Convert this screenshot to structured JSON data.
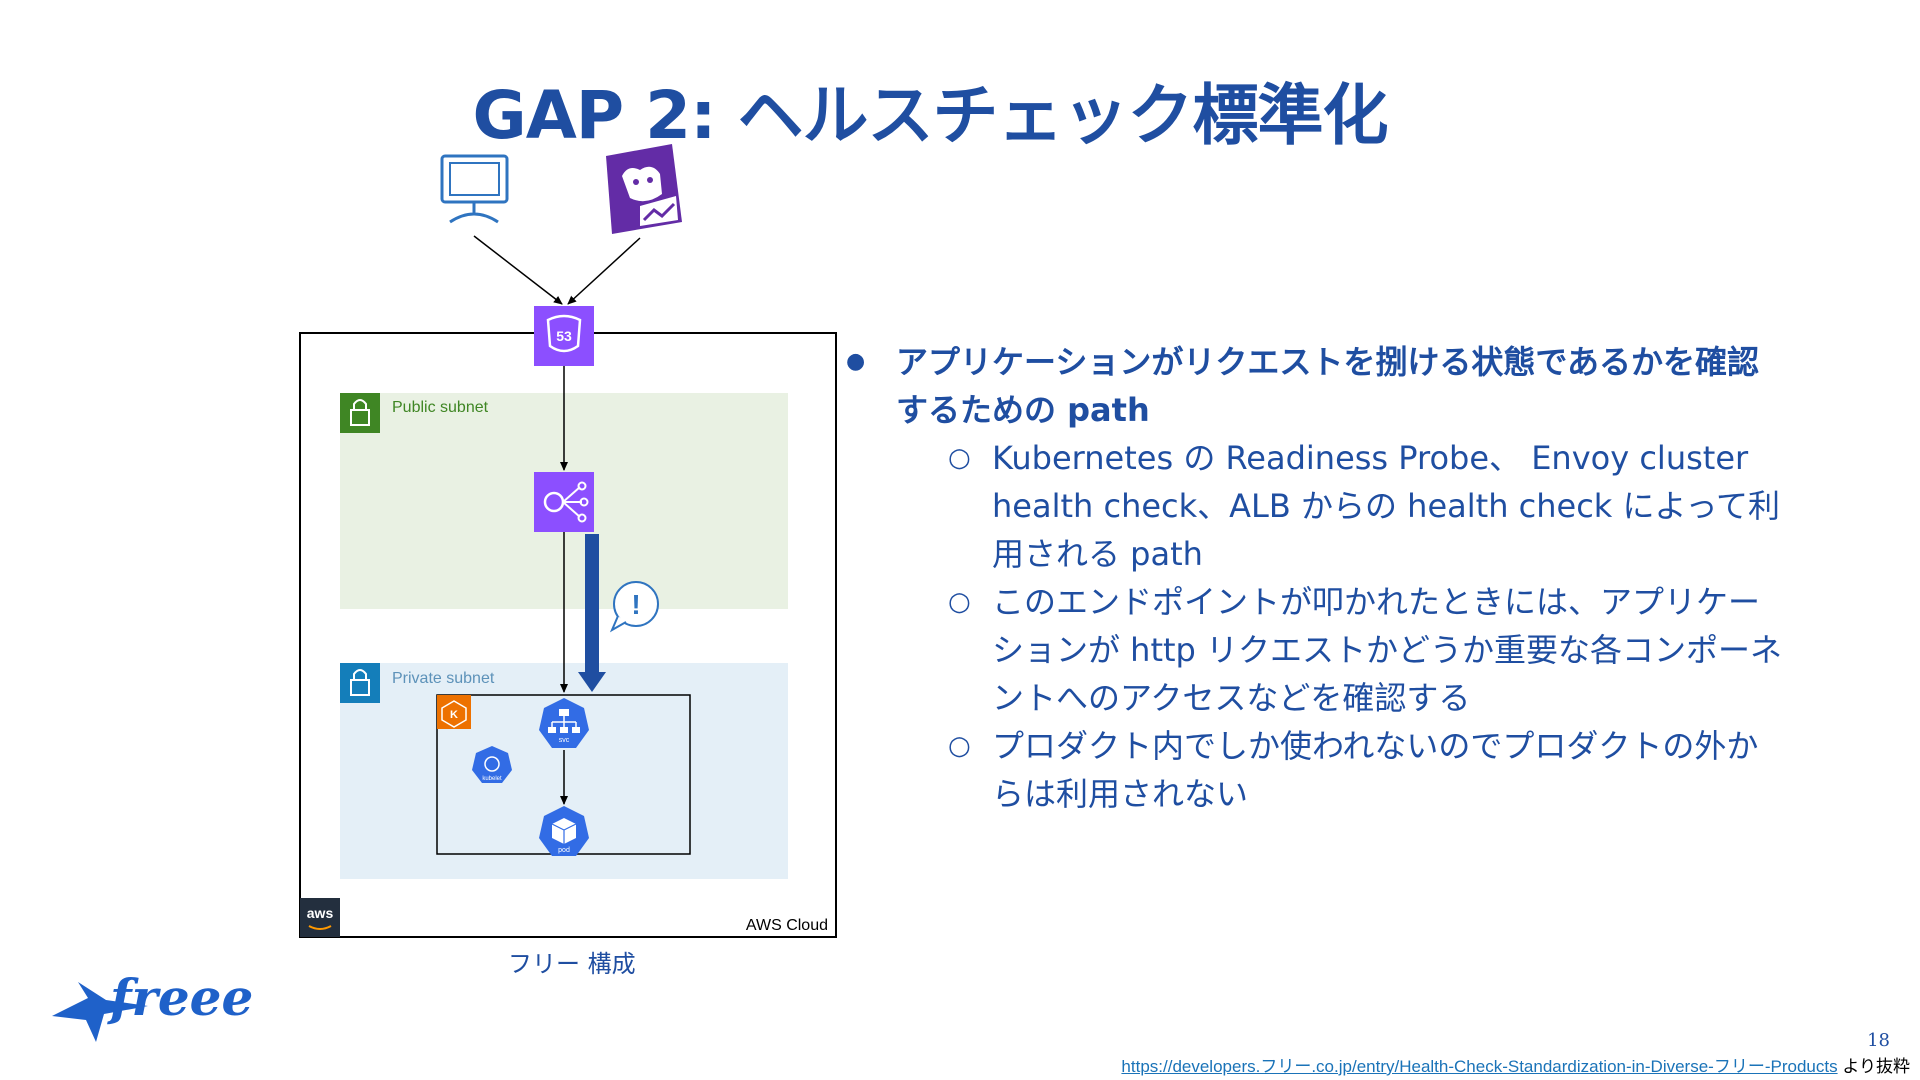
{
  "title": "GAP 2: ヘルスチェック標準化",
  "diagram": {
    "aws_cloud_label": "AWS Cloud",
    "aws_logo_text": "aws",
    "public_subnet_label": "Public subnet",
    "private_subnet_label": "Private subnet",
    "route53_label": "53",
    "svc_label": "svc",
    "pod_label": "pod",
    "kubelet_label": "kubelet",
    "alert_symbol": "!",
    "caption": "フリー 構成",
    "colors": {
      "route53": "#8c4fff",
      "elb": "#8c4fff",
      "public_subnet_bg": "#e9f1e3",
      "private_subnet_bg": "#e4eff7",
      "public_subnet_icon": "#3f8624",
      "private_subnet_icon": "#147eba",
      "k8s_blue": "#326ce5",
      "eks_orange": "#ed7100",
      "arrow_blue": "#1f4ea1",
      "datadog_purple": "#632ca6"
    }
  },
  "bullets": {
    "main": "アプリケーションがリクエストを捌ける状態であるかを確認するための path",
    "subs": [
      "Kubernetes の Readiness Probe、 Envoy cluster health check、ALB からの health check によって利用される path",
      "このエンドポイントが叩かれたときには、アプリケーションが http リクエストかどうか重要な各コンポーネントへのアクセスなどを確認する",
      "プロダクト内でしか使われないのでプロダクトの外からは利用されない"
    ]
  },
  "logo_text": "freee",
  "page_number": "18",
  "source": {
    "url": "https://developers.フリー.co.jp/entry/Health-Check-Standardization-in-Diverse-フリー-Products",
    "suffix": "より抜粋"
  }
}
